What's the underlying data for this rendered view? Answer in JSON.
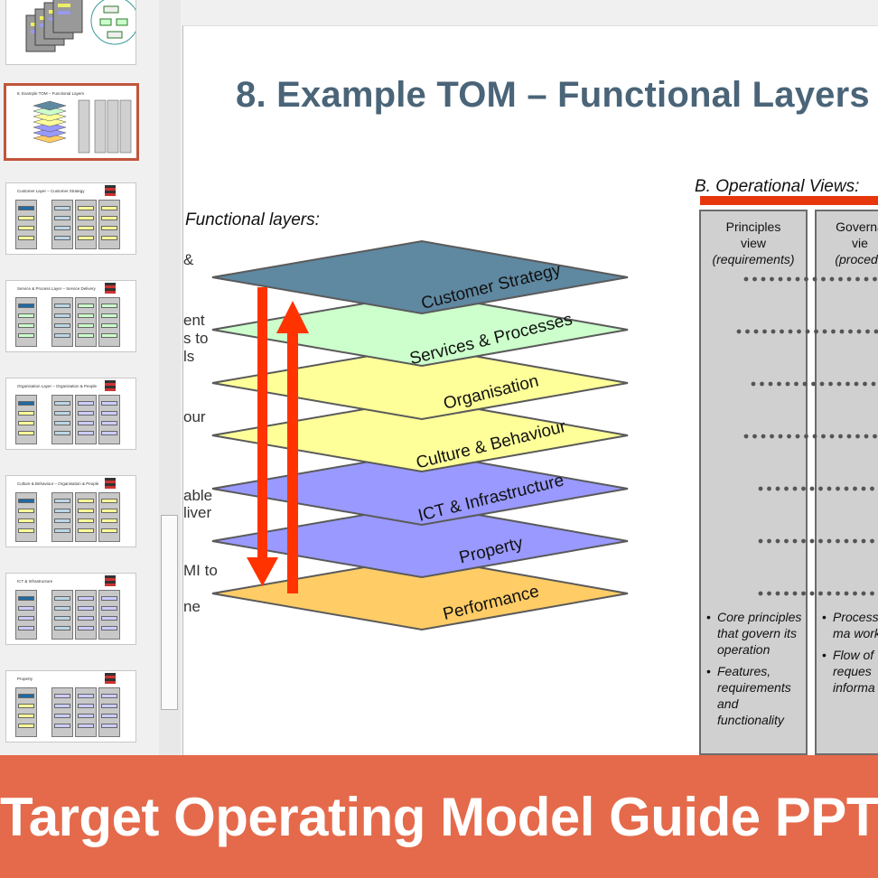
{
  "slide": {
    "title": "8. Example TOM – Functional Layers",
    "functional_label": "Functional layers:",
    "left_edge_fragments": [
      "&",
      "ent",
      "s to",
      "ls",
      "our",
      "able",
      "liver",
      "MI to",
      "ne"
    ],
    "layers": [
      {
        "label": "Customer Strategy",
        "color": "#5f88a1"
      },
      {
        "label": "Services & Processes",
        "color": "#ccffcc"
      },
      {
        "label": "Organisation",
        "color": "#ffff99"
      },
      {
        "label": "Culture & Behaviour",
        "color": "#ffff99"
      },
      {
        "label": "ICT & Infrastructure",
        "color": "#9999ff"
      },
      {
        "label": "Property",
        "color": "#9999ff"
      },
      {
        "label": "Performance",
        "color": "#ffcc66"
      }
    ],
    "arrow_color": "#ff3300",
    "operational": {
      "label": "B. Operational Views:",
      "columns": [
        {
          "head": "Principles",
          "head2": "view",
          "sub": "(requirements)",
          "bullets": [
            "Core principles that govern its operation",
            "Features, requirements and functionality"
          ]
        },
        {
          "head": "Governa",
          "head2": "vie",
          "sub": "(procedu",
          "bullets": [
            "Process that ma work",
            "Flow of reques informa"
          ]
        }
      ]
    }
  },
  "thumbnails": [
    {
      "title": "",
      "selected": false
    },
    {
      "title": "8. Example TOM – Functional Layers",
      "selected": true
    },
    {
      "title": "Customer Layer – Customer Strategy",
      "selected": false
    },
    {
      "title": "Service & Process Layer – Service Delivery",
      "selected": false
    },
    {
      "title": "Organisation Layer – Organisation & People",
      "selected": false
    },
    {
      "title": "Culture & Behaviour – Organisation & People",
      "selected": false
    },
    {
      "title": "ICT & Infrastructure",
      "selected": false
    },
    {
      "title": "Property",
      "selected": false
    }
  ],
  "banner": {
    "text": "Target Operating Model Guide PPT",
    "color": "#e46a4b"
  }
}
